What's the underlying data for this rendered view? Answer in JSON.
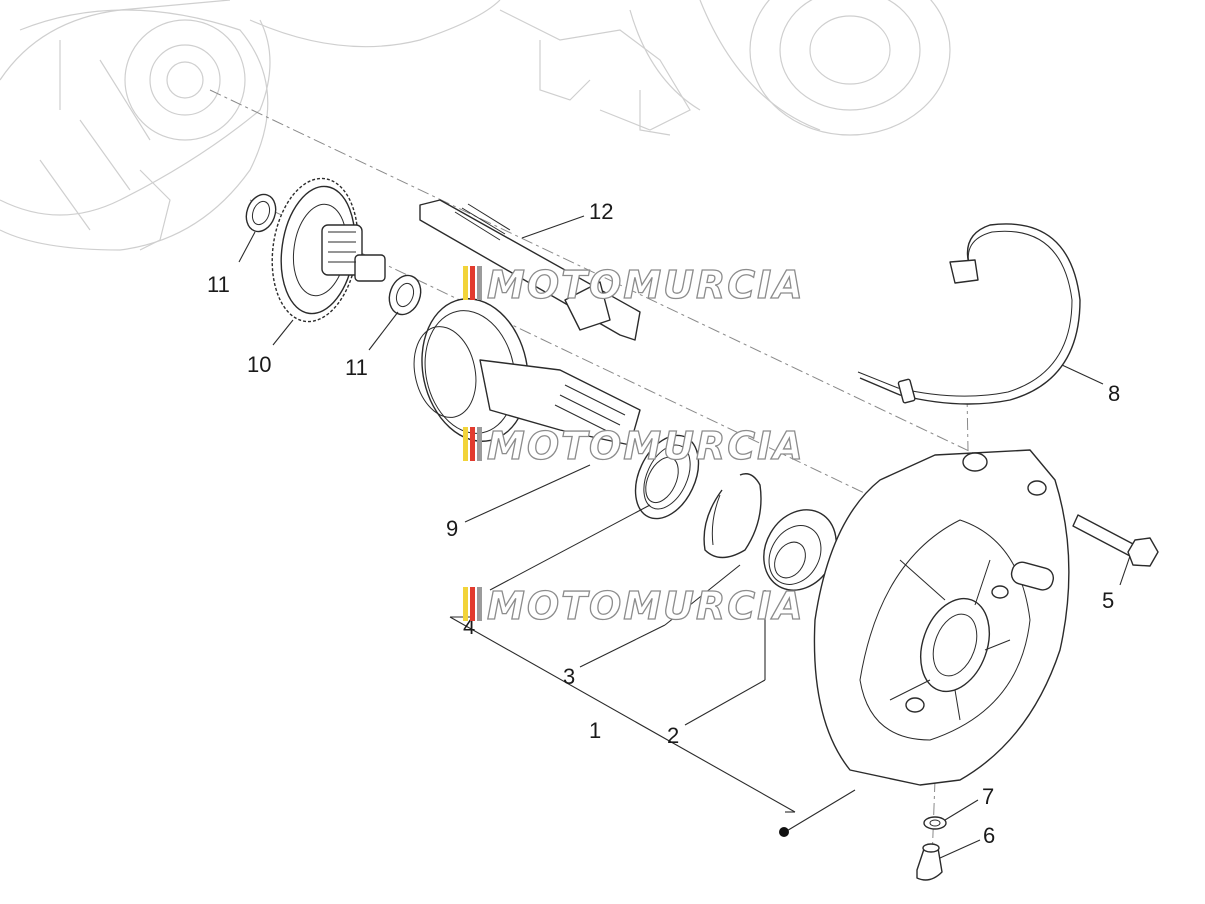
{
  "diagram": {
    "callouts": [
      {
        "id": "c1",
        "label": "1"
      },
      {
        "id": "c2",
        "label": "2"
      },
      {
        "id": "c3",
        "label": "3"
      },
      {
        "id": "c4",
        "label": "4"
      },
      {
        "id": "c5",
        "label": "5"
      },
      {
        "id": "c6",
        "label": "6"
      },
      {
        "id": "c7",
        "label": "7"
      },
      {
        "id": "c8",
        "label": "8"
      },
      {
        "id": "c9",
        "label": "9"
      },
      {
        "id": "c10",
        "label": "10"
      },
      {
        "id": "c11a",
        "label": "11"
      },
      {
        "id": "c11b",
        "label": "11"
      },
      {
        "id": "c12",
        "label": "12"
      }
    ],
    "watermark": {
      "text": "MOTOMURCIA",
      "stripe_colors": [
        "#f2d43a",
        "#e23b2e",
        "#9b9b9b"
      ]
    }
  }
}
